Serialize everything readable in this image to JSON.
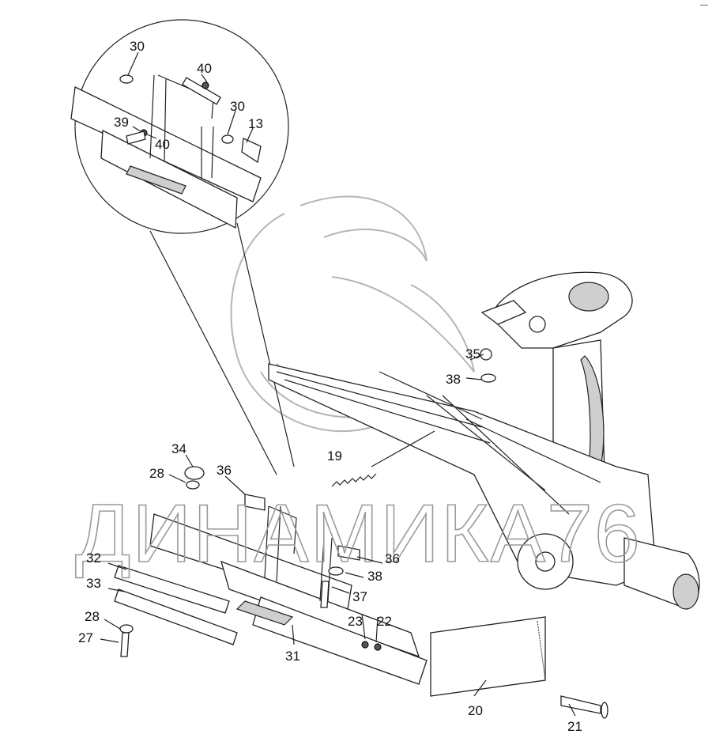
{
  "diagram": {
    "watermark": "ДИНАМИКА76",
    "corner_mark": "—",
    "callouts": [
      {
        "id": "c30a",
        "label": "30"
      },
      {
        "id": "c40a",
        "label": "40"
      },
      {
        "id": "c30b",
        "label": "30"
      },
      {
        "id": "c13",
        "label": "13"
      },
      {
        "id": "c39",
        "label": "39"
      },
      {
        "id": "c40b",
        "label": "40"
      },
      {
        "id": "c35",
        "label": "35"
      },
      {
        "id": "c38a",
        "label": "38"
      },
      {
        "id": "c34",
        "label": "34"
      },
      {
        "id": "c28a",
        "label": "28"
      },
      {
        "id": "c36a",
        "label": "36"
      },
      {
        "id": "c19",
        "label": "19"
      },
      {
        "id": "c32",
        "label": "32"
      },
      {
        "id": "c33",
        "label": "33"
      },
      {
        "id": "c28b",
        "label": "28"
      },
      {
        "id": "c27",
        "label": "27"
      },
      {
        "id": "c36b",
        "label": "36"
      },
      {
        "id": "c38b",
        "label": "38"
      },
      {
        "id": "c37",
        "label": "37"
      },
      {
        "id": "c23",
        "label": "23"
      },
      {
        "id": "c22",
        "label": "22"
      },
      {
        "id": "c31",
        "label": "31"
      },
      {
        "id": "c20",
        "label": "20"
      },
      {
        "id": "c21",
        "label": "21"
      }
    ]
  }
}
